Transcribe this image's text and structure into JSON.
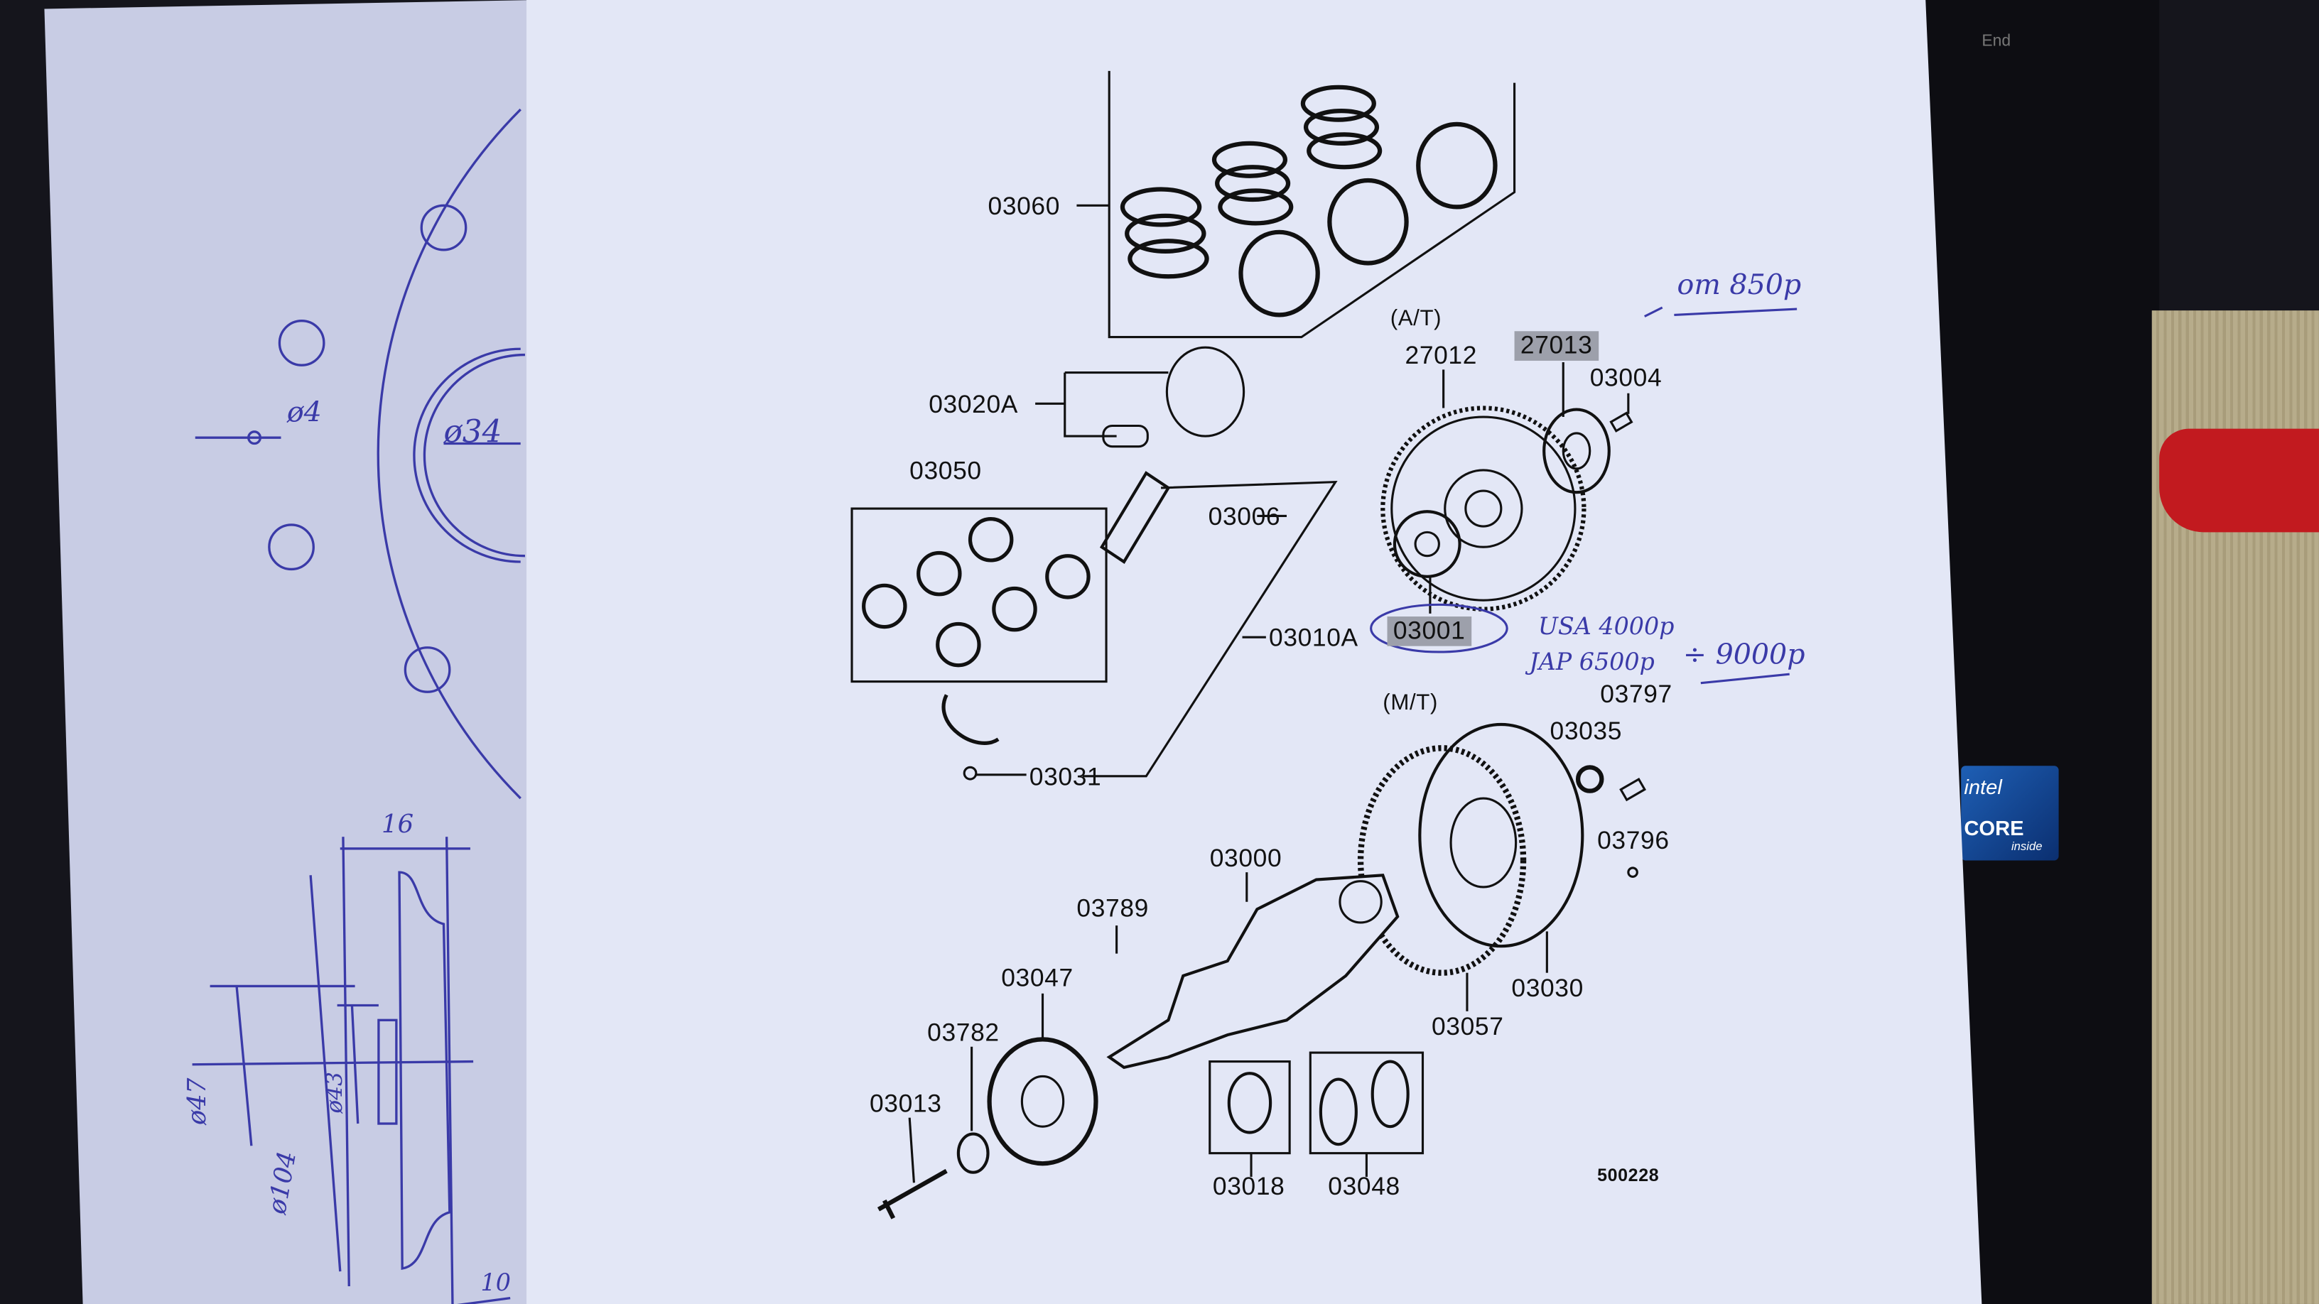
{
  "sheet_title_code": "500228",
  "parts_diagram": {
    "variants": {
      "automatic": "(A/T)",
      "manual": "(M/T)"
    },
    "part_labels": {
      "p03060": "03060",
      "p03020A": "03020A",
      "p03050": "03050",
      "p03006": "03006",
      "p03010A": "03010A",
      "p03031": "03031",
      "p27012": "27012",
      "p27013": "27013",
      "p03004": "03004",
      "p03001": "03001",
      "p03797": "03797",
      "p03035": "03035",
      "p03796": "03796",
      "p03000": "03000",
      "p03789": "03789",
      "p03047": "03047",
      "p03782": "03782",
      "p03013": "03013",
      "p03018": "03018",
      "p03048": "03048",
      "p03030": "03030",
      "p03057": "03057"
    },
    "highlighted": [
      "27013",
      "03001"
    ]
  },
  "handwritten_notes": {
    "price_27013": "от 850р",
    "price_usa": "USA 4000р",
    "price_jap": "JAP 6500р",
    "price_range": "÷ 9000р"
  },
  "sketch_dimensions": {
    "hole_diameter": "ø4",
    "center_diameter": "ø34",
    "width": "16",
    "d47": "ø47",
    "d43": "ø43",
    "d104": "ø104",
    "thickness": "10"
  },
  "laptop": {
    "key_end": "End",
    "sticker_brand": "intel",
    "sticker_line": "CORE",
    "sticker_inside": "inside"
  },
  "colors": {
    "paper": "#e3e7f6",
    "sketch_paper": "#c8cce4",
    "ink": "#3a3aa8",
    "highlight": "#9da0ab"
  }
}
